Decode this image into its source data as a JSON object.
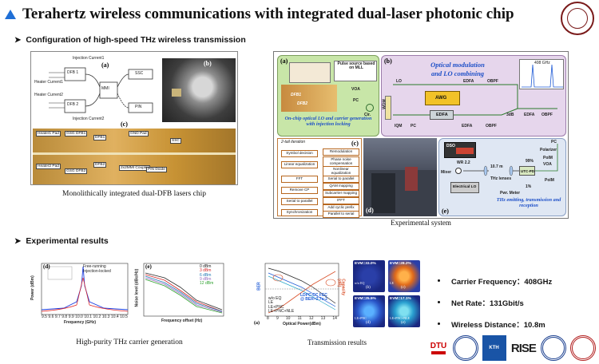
{
  "header": {
    "title": "Terahertz wireless communications with integrated dual-laser photonic chip"
  },
  "sections": {
    "config_heading": "Configuration of high-speed THz wireless transmission",
    "results_heading": "Experimental results"
  },
  "chip_panel": {
    "caption": "Monolithically integrated dual-DFB lasers chip",
    "labels": {
      "a": "(a)",
      "b": "(b)",
      "c": "(c)"
    },
    "schematic_texts": [
      "Injection Current1",
      "DFB 1",
      "Heater Current1",
      "MMI",
      "SSC",
      "Heater Current2",
      "DFB 2",
      "Injection Current2",
      "PIN"
    ],
    "photo_tags": [
      "Heater1 Pad",
      "GSG DFB1",
      "DFB1",
      "GND Pad",
      "SSC",
      "Heater2 Pad",
      "GSG DFB2",
      "DFB2",
      "2x2MMI Coupler",
      "PIN Diode"
    ]
  },
  "system_panel": {
    "caption": "Experimental system",
    "labels": {
      "a": "(a)",
      "b": "(b)",
      "c": "(c)",
      "d": "(d)",
      "e": "(e)"
    },
    "panel_a": {
      "pulse_label": "Pulse source based on MLL",
      "title": "On-chip optical LO and carrier generation with injection locking",
      "devices": [
        "DFB1",
        "DFB2",
        "VOA",
        "PC",
        "Cir."
      ]
    },
    "panel_b": {
      "title_line1": "Optical modulation",
      "title_line2": "and LO combining",
      "spectrum_tag": "408 GHz",
      "devices": [
        "LO",
        "EDFA",
        "OBPF",
        "AWG",
        "WDM",
        "IQM",
        "EDFA",
        "PC",
        "EDFA",
        "OBPF",
        "3dB",
        "EDFA",
        "OBPF"
      ]
    },
    "panel_c": {
      "tx_header": "2-tail iteration",
      "blocks_left": [
        "Symbol decision",
        "Linear equalization",
        "FFT",
        "Remove CP",
        "Serial to parallel",
        "Synchronization"
      ],
      "blocks_right": [
        "Remodulation",
        "Phase noise compensation",
        "Nonlinear equalization",
        "Serial to parallel",
        "QAM mapping",
        "Subcarrier mapping",
        "IFFT",
        "Add cyclic prefix",
        "Parallel to serial"
      ]
    },
    "panel_e": {
      "title": "THz emitting, transmission and reception",
      "devices": [
        "DSO",
        "WR 2.2",
        "Mixer",
        "10.7 m",
        "THz lenses",
        "UTC-PD",
        "Electrical LO",
        "Pwr. Meter",
        "PC",
        "Polarizer",
        "PolM",
        "VOA",
        "PolM",
        "1%",
        "99%"
      ]
    }
  },
  "results": {
    "caption_thz": "High-purity THz carrier generation",
    "caption_trans": "Transmission results",
    "chart_d": {
      "label": "(d)",
      "ylabel": "Power (dBm)",
      "xlabel": "Frequency (GHz)",
      "legend": [
        "Free-running",
        "Injection-locked"
      ],
      "xticks": [
        "9.5",
        "9.6",
        "9.7",
        "9.8",
        "9.9",
        "10.0",
        "10.1",
        "10.2",
        "10.3",
        "10.4",
        "10.5"
      ]
    },
    "chart_e": {
      "label": "(e)",
      "ylabel": "Noise level (dBc/Hz)",
      "xlabel": "Frequency offset (Hz)",
      "legend": [
        "0 dBm",
        "3 dBm",
        "6 dBm",
        "9 dBm",
        "12 dBm"
      ],
      "legend_colors": [
        "#2b2b2b",
        "#d62728",
        "#1f77b4",
        "#9467bd",
        "#2ca02c"
      ]
    },
    "chart_trans": {
      "label": "(a)",
      "xlabel": "Optical Power(dBm)",
      "ylabel": "BER",
      "ylabel_right": "Capacity (dB)",
      "annotation": "LDPC-CC FEC @ BER=2.7e-2",
      "legend": [
        "w/o EQ",
        "LE",
        "LE+PNC",
        "LE+PNC+NLE"
      ],
      "xticks": [
        "8",
        "9",
        "10",
        "11",
        "12",
        "13",
        "14"
      ]
    },
    "constellations": [
      {
        "evm": "EVM=33.0%",
        "tag": "(b)",
        "sub": "w/o EQ",
        "color": "#4d6cff"
      },
      {
        "evm": "EVM=28.2%",
        "tag": "(c)",
        "sub": "LE",
        "color": "#ff9a3a"
      },
      {
        "evm": "EVM=25.5%",
        "tag": "(d)",
        "sub": "LE+PNC",
        "color": "#3a8cff"
      },
      {
        "evm": "EVM=17.1%",
        "tag": "(e)",
        "sub": "LE+PNC+NLE",
        "color": "#36c6e6"
      }
    ]
  },
  "metrics": [
    {
      "label": "Carrier Frequency：408GHz"
    },
    {
      "label": "Net Rate：131Gbit/s"
    },
    {
      "label": "Wireless Distance：10.8m"
    }
  ],
  "logos": {
    "dtu": "DTU",
    "kth": "KTH",
    "rise": "RISE"
  }
}
